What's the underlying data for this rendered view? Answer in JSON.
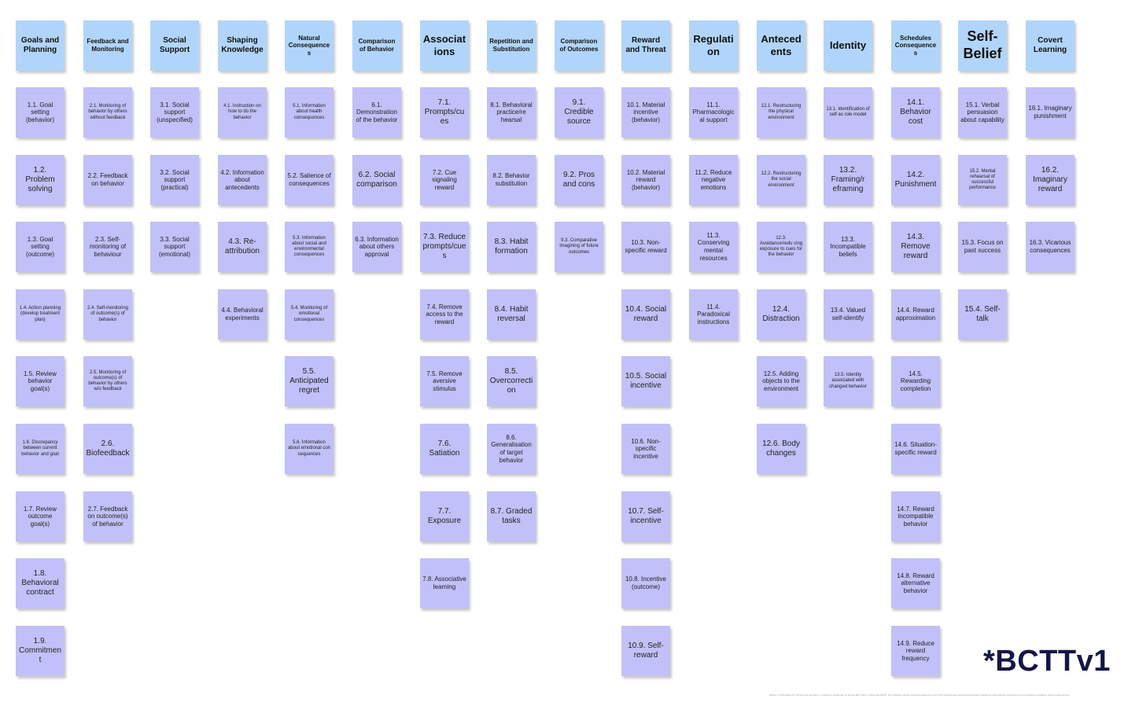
{
  "brand": "*BCTTv1",
  "credit": "Michie S, Richardson M, Johnston M, Abraham C, Francis J, Hardeman W, Eccles MP, Cane J, Wood CE (2013). The behavior change technique taxonomy (v1) of 93 hierarchically clustered techniques: building an international consensus for the reporting of behavior change interventions.",
  "colors": {
    "header": "#b1d5fa",
    "item": "#c2c0f8",
    "brand": "#15154a"
  },
  "columns": [
    {
      "header": "Goals and Planning",
      "items": [
        "1.1. Goal setting (behavior)",
        "1.2. Problem solving",
        "1.3. Goal setting (outcome)",
        "1.4. Action planning (develop treatment plan)",
        "1.5. Review behavior goal(s)",
        "1.6. Discrepancy between current behavior and goal",
        "1.7. Review outcome goal(s)",
        "1.8. Behavioral contract",
        "1.9. Commitment"
      ]
    },
    {
      "header": "Feedback and Monitoring",
      "items": [
        "2.1. Monitoring of behavior by others without feedback",
        "2.2. Feedback on behavior",
        "2.3. Self-monitoring of behaviour",
        "2.4. Self-monitoring of outcome(s) of behavior",
        "2.5. Monitoring of outcome(s) of behavior by others w/o feedback",
        "2.6. Biofeedback",
        "2.7. Feedback on outcome(s) of behavior"
      ]
    },
    {
      "header": "Social Support",
      "items": [
        "3.1. Social support (unspecified)",
        "3.2. Social support (practical)",
        "3.3. Social support (emotional)"
      ]
    },
    {
      "header": "Shaping Knowledge",
      "items": [
        "4.1. Instruction on how to do the behavior",
        "4.2. Information about antecedents",
        "4.3. Re-attribution",
        "4.4. Behavioral experiments"
      ]
    },
    {
      "header": "Natural Consequences",
      "items": [
        "5.1. Information about health consequences",
        "5.2. Salience of consequences",
        "5.3. Information about social and environmental consequences",
        "5.4. Monitoring of emotional consequences",
        "5.5. Anticipated regret",
        "5.6. Information about emotional con sequences"
      ]
    },
    {
      "header": "Comparison of Behavior",
      "items": [
        "6.1. Demonstration of the behavior",
        "6.2. Social comparison",
        "6.3. Information about others approval"
      ]
    },
    {
      "header": "Associations",
      "items": [
        "7.1. Prompts/cues",
        "7.2. Cue signaling reward",
        "7.3. Reduce prompts/cues",
        "7.4. Remove access to the reward",
        "7.5. Remove aversive stimulus",
        "7.6. Satiation",
        "7.7. Exposure",
        "7.8. Associative learning"
      ]
    },
    {
      "header": "Repetition and Substitution",
      "items": [
        "8.1. Behavioral practice/re hearsal",
        "8.2. Behavior substitution",
        "8.3. Habit formation",
        "8.4. Habit reversal",
        "8.5. Overcorrection",
        "8.6. Generalisation of target behavior",
        "8.7. Graded tasks"
      ]
    },
    {
      "header": "Comparison of Outcomes",
      "items": [
        "9.1. Credible source",
        "9.2. Pros and cons",
        "9.3. Comparative imagining of future outcomes"
      ]
    },
    {
      "header": "Reward and Threat",
      "items": [
        "10.1. Material incentive (behavior)",
        "10.2. Material reward (behavior)",
        "10.3. Non-specific reward",
        "10.4. Social reward",
        "10.5. Social incentive",
        "10.6. Non-specific incentive",
        "10.7. Self-incentive",
        "10.8. Incentive (outcome)",
        "10.9. Self-reward"
      ]
    },
    {
      "header": "Regulation",
      "items": [
        "11.1. Pharmacological support",
        "11.2. Reduce negative emotions",
        "11.3. Conserving mental resources",
        "11.4. Paradoxical instructions"
      ]
    },
    {
      "header": "Antecedents",
      "items": [
        "12.1. Restructuring the physical environment",
        "12.2. Restructuring the social environment",
        "12.3. Avoidance/redu cing exposure to cues for the behavior",
        "12.4. Distraction",
        "12.5. Adding objects to the environment",
        "12.6. Body changes"
      ]
    },
    {
      "header": "Identity",
      "items": [
        "13.1. Identification of self as role model",
        "13.2. Framing/r eframing",
        "13.3. Incompatible beliefs",
        "13.4. Valued self-identify",
        "13.5. Identity associated with changed behavior"
      ]
    },
    {
      "header": "Schedules Consequences",
      "items": [
        "14.1. Behavior cost",
        "14.2. Punishment",
        "14.3. Remove reward",
        "14.4. Reward approximation",
        "14.5. Rewarding completion",
        "14.6. Situation-specific reward",
        "14.7. Reward incompatible behavior",
        "14.8. Reward alternative behavior",
        "14.9. Reduce reward frequency"
      ]
    },
    {
      "header": "Self-Belief",
      "items": [
        "15.1. Verbal persuasion about capability",
        "15.2. Mental rehearsal of successful performance",
        "15.3. Focus on past success",
        "15.4. Self-talk"
      ]
    },
    {
      "header": "Covert Learning",
      "items": [
        "16.1. Imaginary punishment",
        "16.2. Imaginary reward",
        "16.3. Vicarious consequences"
      ]
    }
  ]
}
